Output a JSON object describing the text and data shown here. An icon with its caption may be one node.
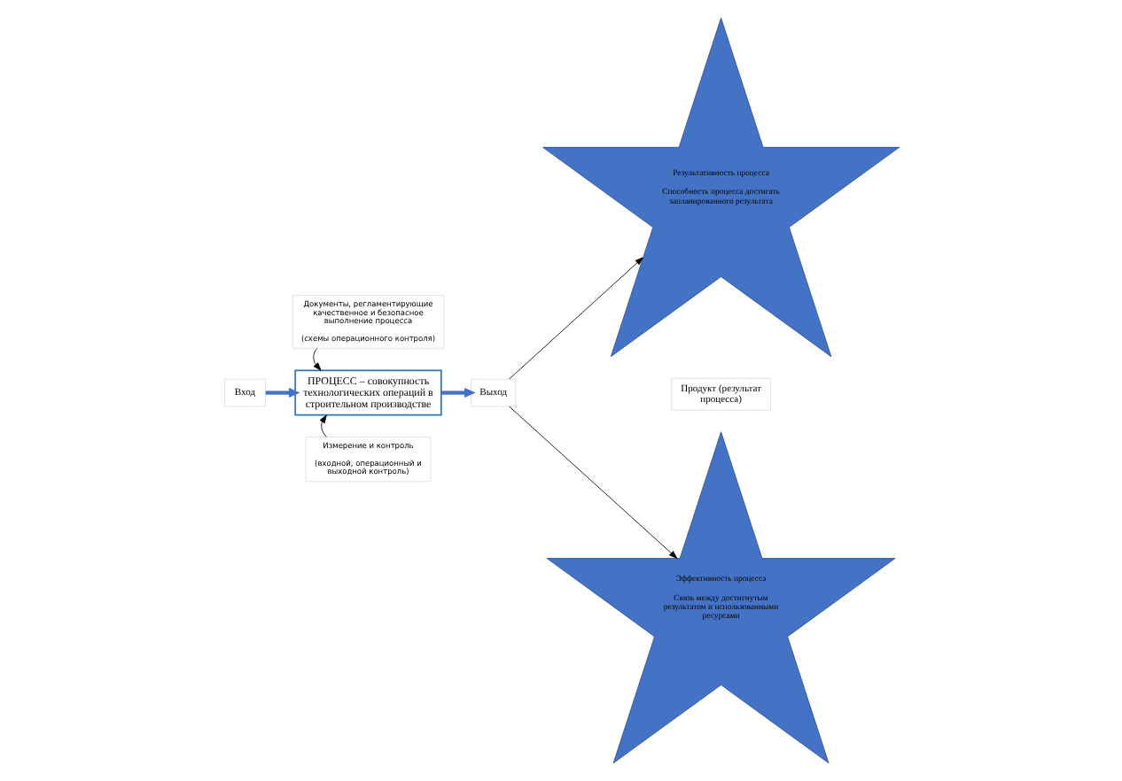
{
  "diagram": {
    "nodes": [
      {
        "text": [
          "Вход"
        ]
      },
      {
        "text": [
          "Документы, регламентирующие качественное и безопасное выполнение процесса",
          "(схемы операционного контроля)"
        ]
      },
      {
        "text": [
          "ПРОЦЕСС – совокупность технологических операций в строительном производстве"
        ]
      },
      {
        "text": [
          "Выход"
        ]
      },
      {
        "text": [
          "Измерение и контроль",
          "(входной, операционный и выходной контроль)"
        ]
      },
      {
        "text": [
          "Результативность процесса",
          "Способность процесса достигать запланированного результата"
        ]
      },
      {
        "text": [
          "Продукт (результат процесса)"
        ]
      },
      {
        "text": [
          "Эффективность процесса",
          "Связь между достигнутым результатом и использованными ресурсами"
        ]
      }
    ],
    "edges": [
      {
        "from": 0,
        "to": 2,
        "arrow": "to",
        "style": "thick",
        "color": "#4472c4"
      },
      {
        "from": 1,
        "to": 2,
        "arrow": "to"
      },
      {
        "from": 4,
        "to": 2,
        "arrow": "to"
      },
      {
        "from": 2,
        "to": 3,
        "arrow": "to",
        "style": "thick",
        "color": "#4472c4"
      },
      {
        "from": 3,
        "to": 5,
        "arrow": "to"
      },
      {
        "from": 3,
        "to": 7,
        "arrow": "to"
      }
    ]
  }
}
